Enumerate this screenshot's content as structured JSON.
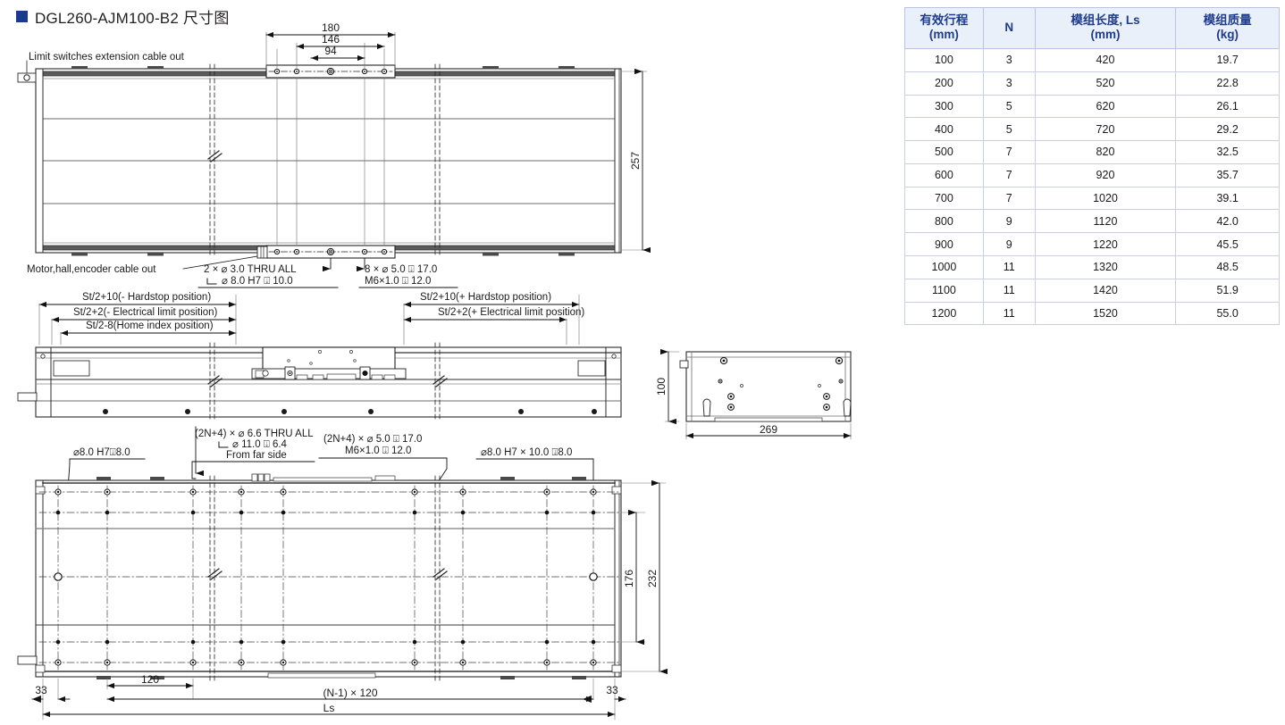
{
  "header": {
    "marker_color": "#1a3a8f",
    "title": "DGL260-AJM100-B2 尺寸图"
  },
  "table": {
    "headers": [
      "有效行程\n(mm)",
      "N",
      "模组长度, Ls\n(mm)",
      "模组质量\n(kg)"
    ],
    "header_lines": [
      [
        "有效行程",
        "(mm)"
      ],
      [
        "N",
        ""
      ],
      [
        "模组长度, Ls",
        "(mm)"
      ],
      [
        "模组质量",
        "(kg)"
      ]
    ],
    "header_color": "#1f3c8c",
    "border_color": "#3b4a9e",
    "rows": [
      [
        "100",
        "3",
        "420",
        "19.7"
      ],
      [
        "200",
        "3",
        "520",
        "22.8"
      ],
      [
        "300",
        "5",
        "620",
        "26.1"
      ],
      [
        "400",
        "5",
        "720",
        "29.2"
      ],
      [
        "500",
        "7",
        "820",
        "32.5"
      ],
      [
        "600",
        "7",
        "920",
        "35.7"
      ],
      [
        "700",
        "7",
        "1020",
        "39.1"
      ],
      [
        "800",
        "9",
        "1120",
        "42.0"
      ],
      [
        "900",
        "9",
        "1220",
        "45.5"
      ],
      [
        "1000",
        "11",
        "1320",
        "48.5"
      ],
      [
        "1100",
        "11",
        "1420",
        "51.9"
      ],
      [
        "1200",
        "11",
        "1520",
        "55.0"
      ]
    ]
  },
  "drawing": {
    "top_view": {
      "callout_left": "Limit switches extension cable out",
      "callout_bottom_left": "Motor,hall,encoder cable out",
      "dim_180": "180",
      "dim_146": "146",
      "dim_94": "94",
      "dim_257": "257",
      "note_left_line1": "2 ×  ⌀ 3.0 THRU ALL",
      "note_left_line2": "⌀ 8.0 H7  ⍗ 10.0",
      "note_right_line1": "8 ×  ⌀ 5.0  ⍗ 17.0",
      "note_right_line2": "M6×1.0      ⍗ 12.0"
    },
    "front_view": {
      "dim_hardstop_minus": "St/2+10(- Hardstop position)",
      "dim_elimit_minus": "St/2+2(- Electrical limit position)",
      "dim_home": "St/2-8(Home index position)",
      "dim_hardstop_plus": "St/2+10(+ Hardstop position)",
      "dim_elimit_plus": "St/2+2(+ Electrical limit position)"
    },
    "end_view": {
      "dim_100": "100",
      "dim_269": "269"
    },
    "bottom_view": {
      "note_far_left": "⌀8.0 H7⍗8.0",
      "note_center_line1": "(2N+4) × ⌀ 6.6 THRU ALL",
      "note_center_line2": "⌀ 11.0 ⍗ 6.4",
      "note_center_line3": "From far side",
      "note_center2_line1": "(2N+4) ×  ⌀ 5.0 ⍗ 17.0",
      "note_center2_line2": "M6×1.0        ⍗ 12.0",
      "note_far_right": "⌀8.0 H7 × 10.0 ⍗8.0",
      "dim_176": "176",
      "dim_232": "232",
      "dim_120": "120",
      "dim_n_minus_1": "(N-1) × 120",
      "dim_ls": "Ls",
      "dim_33_left": "33",
      "dim_33_right": "33"
    }
  }
}
